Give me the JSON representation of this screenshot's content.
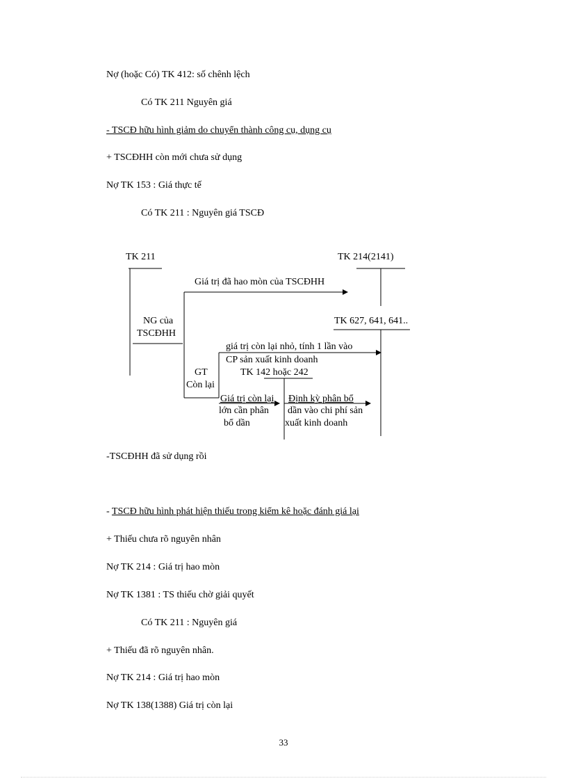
{
  "lines": {
    "l1": "Nợ (hoặc Có) TK 412: số chênh lệch",
    "l2": "Có TK 211    Nguyên giá",
    "l3": "- TSCĐ hữu hình giảm do chuyển thành công cụ, dụng cụ",
    "l4": "+ TSCĐHH còn mới chưa sử dụng",
    "l5": "Nợ TK 153 : Giá thực tế",
    "l6": "Có TK 211 : Nguyên giá TSCĐ",
    "l7": "-TSCĐHH đã sử dụng rồi",
    "l8_prefix": "- ",
    "l8": "TSCĐ hữu hình phát hiện thiếu trong kiểm kê hoặc đánh giá lại",
    "l9": "+ Thiếu chưa rõ nguyên nhân",
    "l10": "Nợ TK 214  : Giá trị hao mòn",
    "l11": "Nợ TK 1381 : TS thiếu chờ giải quyết",
    "l12": "Có TK 211 : Nguyên giá",
    "l13": "+ Thiếu đã rõ nguyên nhân.",
    "l14": "Nợ TK 214 : Giá trị hao mòn",
    "l15": "Nợ TK 138(1388) Giá trị còn lại"
  },
  "diagram": {
    "tk211": "TK 211",
    "tk214": "TK 214(2141)",
    "depreciation_value": "Giá trị đã hao mòn của TSCĐHH",
    "ng_line1": "NG của",
    "ng_line2": "TSCĐHH",
    "tk627": "TK 627, 641, 641..",
    "small_value_line1": "giá trị còn lại nhỏ, tính 1 lần vào",
    "small_value_line2": "CP sản xuất kinh doanh",
    "gt_line1": "GT",
    "gt_line2": "Còn lại",
    "tk142": "TK 142 hoặc 242",
    "large_value_line1": "Giá trị còn lại",
    "large_value_line2": "lớn cần phân",
    "large_value_line3": "bổ dần",
    "allocation_line1": "Định kỳ phân bổ",
    "allocation_line2": "dần vào chi phí sản",
    "allocation_line3": "xuất kinh doanh"
  },
  "page_number": "33"
}
